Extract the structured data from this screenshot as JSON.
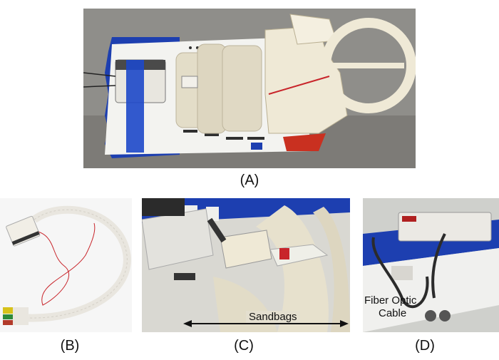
{
  "panels": {
    "a": {
      "caption": "(A)"
    },
    "b": {
      "caption": "(B)"
    },
    "c": {
      "caption": "(C)",
      "annotation": "Sandbags"
    },
    "d": {
      "caption": "(D)",
      "annotation_line1": "Fiber Optic",
      "annotation_line2": "Cable"
    }
  },
  "colors": {
    "blue_board": "#1d3fb0",
    "phantom_cream": "#efe9d6",
    "sandbag": "#e3ddc8",
    "fiber_red": "#c8242a",
    "cable_dark": "#2b2b2b"
  }
}
